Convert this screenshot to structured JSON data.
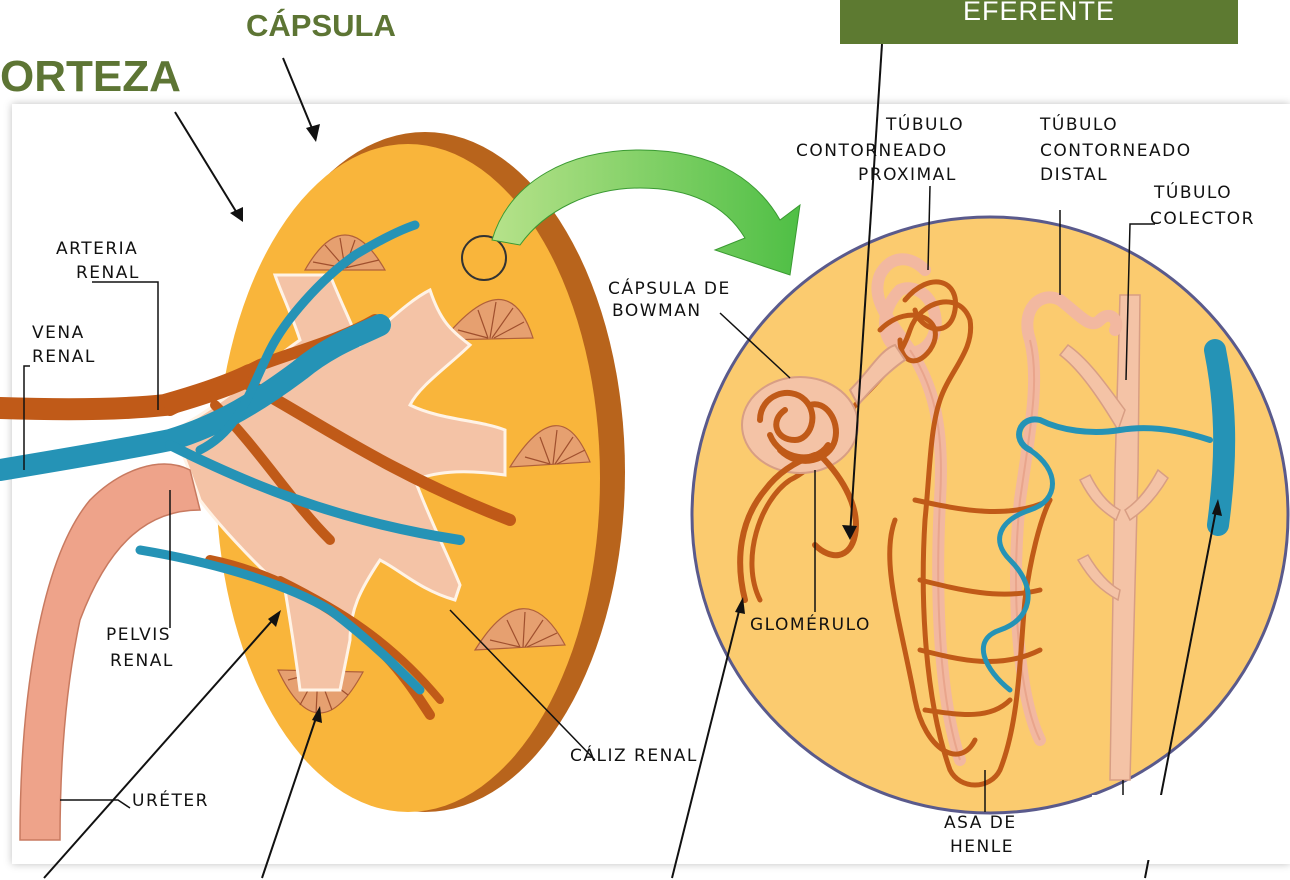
{
  "headline": {
    "corteza": "ORTEZA",
    "capsula": "CÁPSULA"
  },
  "efferent_box": {
    "label": "EFERENTE",
    "color": "#5d7a31"
  },
  "labels": {
    "arteria_renal_1": "ARTERIA",
    "arteria_renal_2": "RENAL",
    "vena_renal_1": "VENA",
    "vena_renal_2": "RENAL",
    "pelvis_renal_1": "PELVIS",
    "pelvis_renal_2": "RENAL",
    "ureter": "URÉTER",
    "caliz_renal": "CÁLIZ RENAL",
    "capsula_bowman_1": "CÁPSULA DE",
    "capsula_bowman_2": "BOWMAN",
    "tubulo_proximal_1": "TÚBULO",
    "tubulo_proximal_2": "CONTORNEADO",
    "tubulo_proximal_3": "PROXIMAL",
    "tubulo_distal_1": "TÚBULO",
    "tubulo_distal_2": "CONTORNEADO",
    "tubulo_distal_3": "DISTAL",
    "tubulo_colector_1": "TÚBULO",
    "tubulo_colector_2": "COLECTOR",
    "glomerulo": "GLOMÉRULO",
    "asa_henle_1": "ASA DE",
    "asa_henle_2": "HENLE"
  },
  "colors": {
    "cortex": "#f9b53b",
    "capsule": "#b8641c",
    "artery": "#c05a18",
    "vein": "#2593b6",
    "pelvis": "#f4c3a6",
    "nephron_bg": "#fbcb6f",
    "nephron_ring": "#5a5a8c",
    "arrow": "#59c44b",
    "title_green": "#5d7534"
  }
}
